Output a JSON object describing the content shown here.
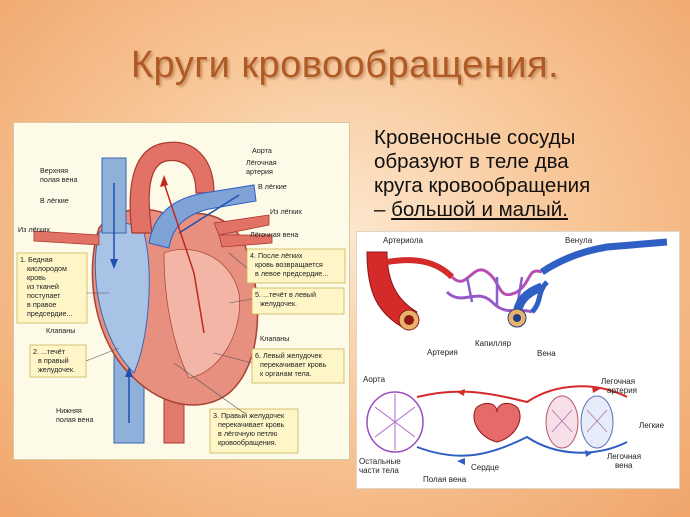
{
  "slide": {
    "title": "Круги кровообращения.",
    "body_line1": "Кровеносные сосуды",
    "body_line2": "образуют в теле два",
    "body_line3": "круга кровообращения",
    "body_line4_prefix": "– ",
    "body_line4_emph": "большой и малый."
  },
  "heart_diagram": {
    "labels": {
      "aorta": "Аорта",
      "pulmonary_artery_1": "Лёгочная",
      "pulmonary_artery_2": "артерия",
      "to_lungs_right": "В лёгкие",
      "from_lungs_right": "Из лёгких",
      "pulmonary_vein": "Лёгочная вена",
      "superior_vena_cava_1": "Верхняя",
      "superior_vena_cava_2": "полая вена",
      "to_lungs_left": "В лёгкие",
      "from_lungs_left": "Из лёгких",
      "valves_left": "Клапаны",
      "valves_right": "Клапаны",
      "inferior_vena_cava_1": "Нижняя",
      "inferior_vena_cava_2": "полая вена"
    },
    "notes": {
      "n1": [
        "1. Бедная",
        "кислородом",
        "кровь",
        "из тканей",
        "поступает",
        "в правое",
        "предсердие..."
      ],
      "n2": [
        "2. ...течёт",
        "в правый",
        "желудочек."
      ],
      "n3": [
        "3. Правый желудочек",
        "перекачивает кровь",
        "в лёгочную петлю",
        "кровообращения."
      ],
      "n4": [
        "4. После лёгких",
        "кровь возвращается",
        "в левое предсердие..."
      ],
      "n5": [
        "5. ...течёт в левый",
        "желудочек."
      ],
      "n6": [
        "6. Левый желудочек",
        "перекачивает кровь",
        "к органам тела."
      ]
    }
  },
  "vessels_diagram": {
    "labels": {
      "arteriole": "Артериола",
      "venule": "Венула",
      "artery": "Артерия",
      "capillary": "Капилляр",
      "vein": "Вена"
    }
  },
  "circulation_diagram": {
    "labels": {
      "aorta": "Аорта",
      "pulmonary_artery_1": "Легочная",
      "pulmonary_artery_2": "артерия",
      "lungs": "Легкие",
      "pulmonary_vein_1": "Легочная",
      "pulmonary_vein_2": "вена",
      "other_body_1": "Остальные",
      "other_body_2": "части тела",
      "vena_cava": "Полая вена",
      "heart": "Сердце"
    }
  },
  "colors": {
    "artery_red": "#d42a2a",
    "vein_blue": "#2f5fc4",
    "title_brown": "#b05a26"
  }
}
